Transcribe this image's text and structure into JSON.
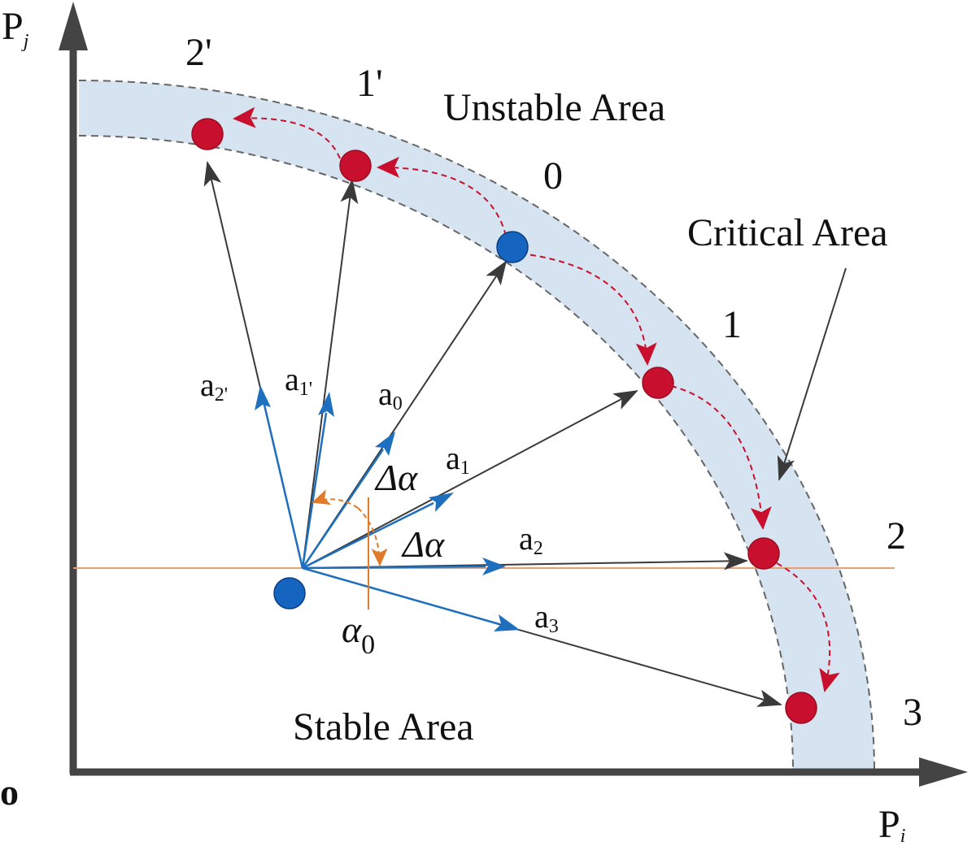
{
  "axes": {
    "y_label": "P",
    "y_label_sub": "j",
    "x_label": "P",
    "x_label_sub": "i",
    "origin_label": "o"
  },
  "regions": {
    "unstable": "Unstable Area",
    "critical": "Critical Area",
    "stable": "Stable Area"
  },
  "points": [
    {
      "id": "2p",
      "label": "2'"
    },
    {
      "id": "1p",
      "label": "1'"
    },
    {
      "id": "0",
      "label": "0"
    },
    {
      "id": "1",
      "label": "1"
    },
    {
      "id": "2",
      "label": "2"
    },
    {
      "id": "3",
      "label": "3"
    }
  ],
  "vectors": [
    {
      "id": "a2p",
      "base": "a",
      "sub": "2'"
    },
    {
      "id": "a1p",
      "base": "a",
      "sub": "1'"
    },
    {
      "id": "a0",
      "base": "a",
      "sub": "0"
    },
    {
      "id": "a1",
      "base": "a",
      "sub": "1"
    },
    {
      "id": "a2",
      "base": "a",
      "sub": "2"
    },
    {
      "id": "a3",
      "base": "a",
      "sub": "3"
    }
  ],
  "angles": {
    "delta_alpha": "Δα",
    "alpha": "α",
    "alpha_sub": "0"
  },
  "colors": {
    "band_fill": "#d5e4f0",
    "band_edge": "#666666",
    "red_point": "#c8102e",
    "blue_point": "#1565c0",
    "blue_arrow": "#1f6fbf",
    "orange": "#e07b2a",
    "axis": "#444444",
    "path": "#c8102e"
  }
}
